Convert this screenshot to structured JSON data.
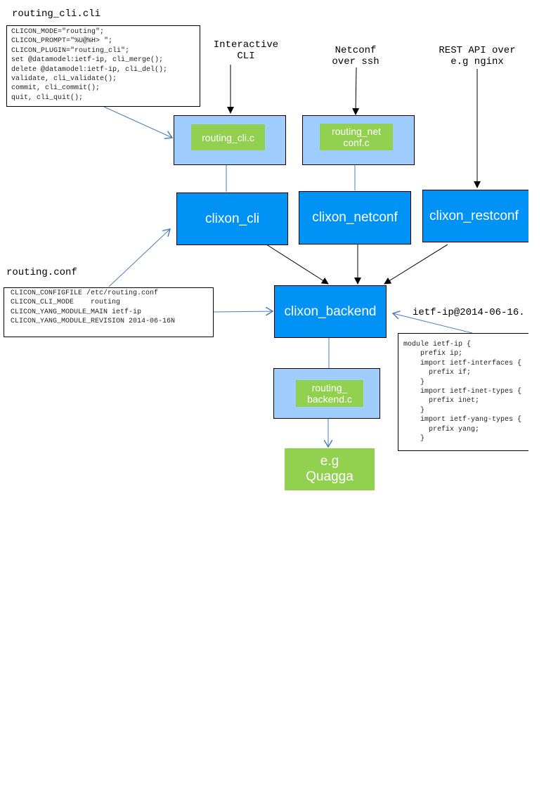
{
  "routing_cli_file": {
    "title": "routing_cli.cli",
    "lines": [
      "CLICON_MODE=\"routing\";",
      "CLICON_PROMPT=\"%U@%H> \";",
      "CLICON_PLUGIN=\"routing_cli\";",
      "set @datamodel:ietf-ip, cli_merge();",
      "delete @datamodel:ietf-ip, cli_del();",
      "validate, cli_validate();",
      "commit, cli_commit();",
      "quit, cli_quit();"
    ]
  },
  "inputs": {
    "cli": "Interactive\nCLI",
    "netconf": "Netconf\nover ssh",
    "restconf": "REST API over\ne.g nginx"
  },
  "plugins": {
    "cli": "routing_cli.c",
    "netconf": "routing_net\nconf.c",
    "backend": "routing_\nbackend.c"
  },
  "components": {
    "cli": "clixon_cli",
    "netconf": "clixon_netconf",
    "restconf": "clixon_restconf",
    "backend": "clixon_backend"
  },
  "routing_conf": {
    "title": "routing.conf",
    "lines": [
      "CLICON_CONFIGFILE /etc/routing.conf",
      "CLICON_CLI_MODE    routing",
      "CLICON_YANG_MODULE_MAIN ietf-ip",
      "CLICON_YANG_MODULE_REVISION 2014-06-16N"
    ]
  },
  "yang": {
    "title": "ietf-ip@2014-06-16.",
    "lines": [
      "module ietf-ip {",
      "    prefix ip;",
      "    import ietf-interfaces {",
      "      prefix if;",
      "    }",
      "    import ietf-inet-types {",
      "      prefix inet;",
      "    }",
      "    import ietf-yang-types {",
      "      prefix yang;",
      "    }"
    ]
  },
  "target": "e.g\nQuagga",
  "colors": {
    "component": "#0093f5",
    "plugin_box": "#9fcdfe",
    "plugin": "#92d050",
    "link": "#4a7ebb"
  }
}
